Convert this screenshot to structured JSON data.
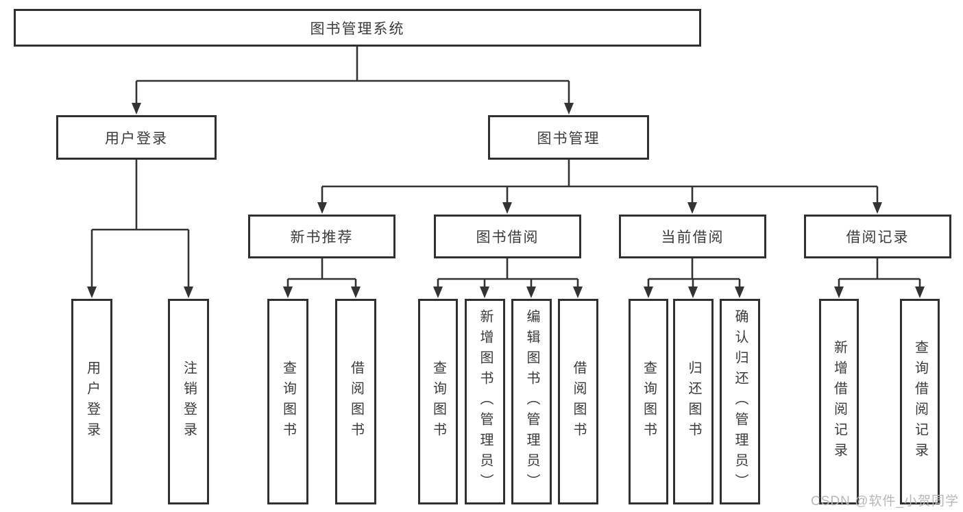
{
  "colors": {
    "line": "#333333",
    "box_border": "#303030",
    "text": "#3b3b3b",
    "watermark_text": "#b7b7b7"
  },
  "tree": {
    "root": {
      "label": "图书管理系统"
    },
    "branches": [
      {
        "label": "用户登录",
        "leaves": [
          {
            "label": "用户登录"
          },
          {
            "label": "注销登录"
          }
        ]
      },
      {
        "label": "图书管理",
        "groups": [
          {
            "label": "新书推荐",
            "leaves": [
              {
                "label": "查询图书"
              },
              {
                "label": "借阅图书"
              }
            ]
          },
          {
            "label": "图书借阅",
            "leaves": [
              {
                "label": "查询图书"
              },
              {
                "label": "新增图书（管理员）"
              },
              {
                "label": "编辑图书（管理员）"
              },
              {
                "label": "借阅图书"
              }
            ]
          },
          {
            "label": "当前借阅",
            "leaves": [
              {
                "label": "查询图书"
              },
              {
                "label": "归还图书"
              },
              {
                "label": "确认归还（管理员）"
              }
            ]
          },
          {
            "label": "借阅记录",
            "leaves": [
              {
                "label": "新增借阅记录"
              },
              {
                "label": "查询借阅记录"
              }
            ]
          }
        ]
      }
    ]
  },
  "watermark": {
    "text": "CSDN @软件_小贺同学"
  }
}
